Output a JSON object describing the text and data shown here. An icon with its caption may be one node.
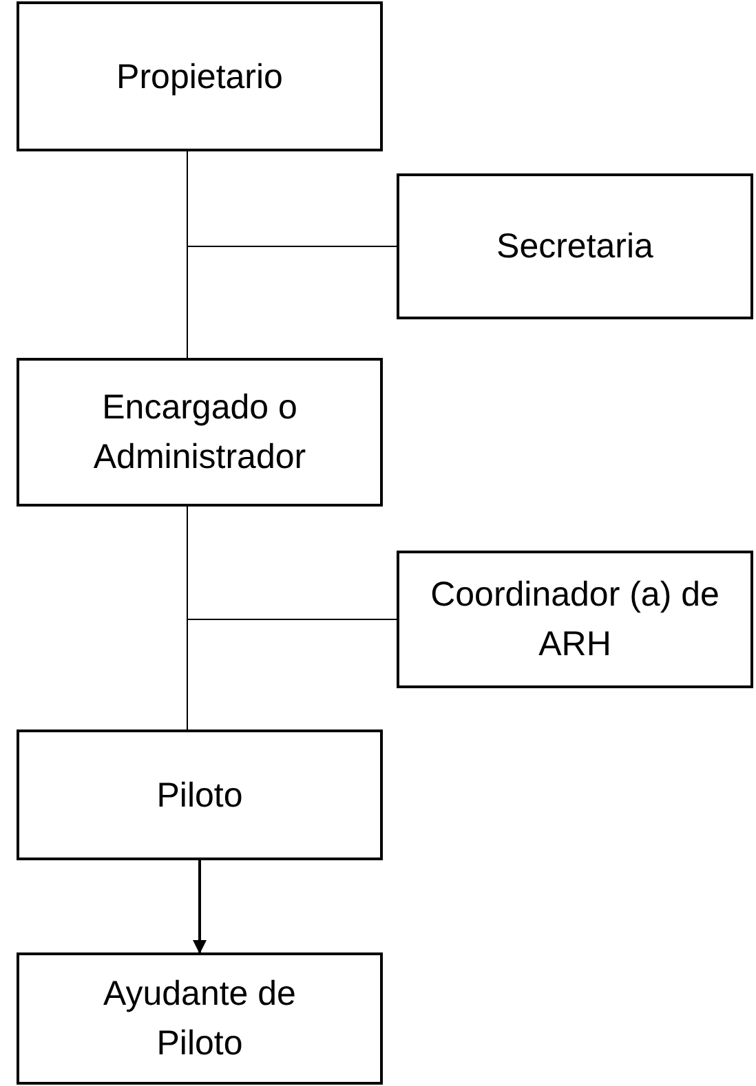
{
  "diagram": {
    "nodes": [
      {
        "text": [
          "Propietario"
        ]
      },
      {
        "text": [
          "Secretaria"
        ]
      },
      {
        "text": [
          "Encargado o Administrador"
        ]
      },
      {
        "text": [
          "Coordinador (a) de ARH"
        ]
      },
      {
        "text": [
          "Piloto"
        ]
      },
      {
        "text": [
          "Ayudante de Piloto"
        ]
      }
    ],
    "edges": [
      {
        "from": 0,
        "to": 2,
        "arrow": "none"
      },
      {
        "from": 0,
        "to": 1,
        "arrow": "none"
      },
      {
        "from": 2,
        "to": 4,
        "arrow": "none"
      },
      {
        "from": 2,
        "to": 3,
        "arrow": "none"
      },
      {
        "from": 4,
        "to": 5,
        "arrow": "to"
      }
    ]
  }
}
